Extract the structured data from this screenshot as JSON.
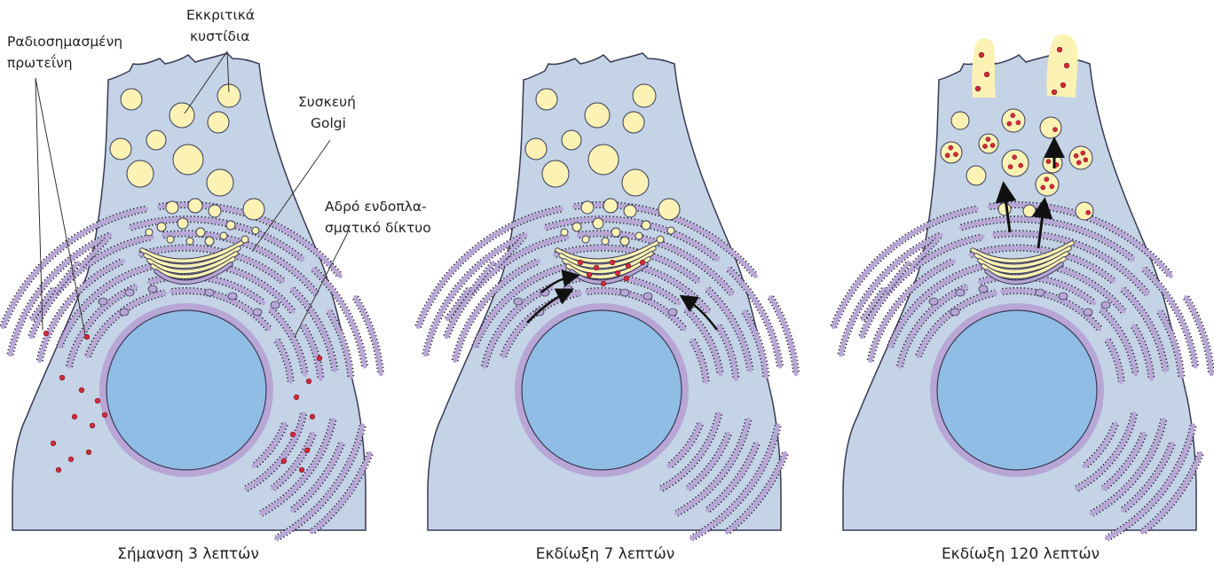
{
  "labels": {
    "radiolabeled_line1": "Ραδιοσημασμένη",
    "radiolabeled_line2": "πρωτεΐνη",
    "vesicles_line1": "Εκκριτικά",
    "vesicles_line2": "κυστίδια",
    "golgi_line1": "Συσκευή",
    "golgi_line2": "Golgi",
    "er_line1": "Αδρό ενδοπλα-",
    "er_line2": "σματικό δίκτυο"
  },
  "captions": [
    "Σήμανση 3 λεπτών",
    "Εκδίωξη 7 λεπτών",
    "Εκδίωξη 120 λεπτών"
  ],
  "stages": [
    {
      "time_min": 3,
      "label_location": "rough-er"
    },
    {
      "time_min": 7,
      "label_location": "golgi"
    },
    {
      "time_min": 120,
      "label_location": "secretory-vesicles"
    }
  ],
  "colors": {
    "cytoplasm": "#c4d3e6",
    "nucleus": "#8fbde6",
    "er": "#b8a6d6",
    "vesicle": "#fbf2b4",
    "label_dot": "#d42a3a",
    "outline": "#3a3a55"
  }
}
